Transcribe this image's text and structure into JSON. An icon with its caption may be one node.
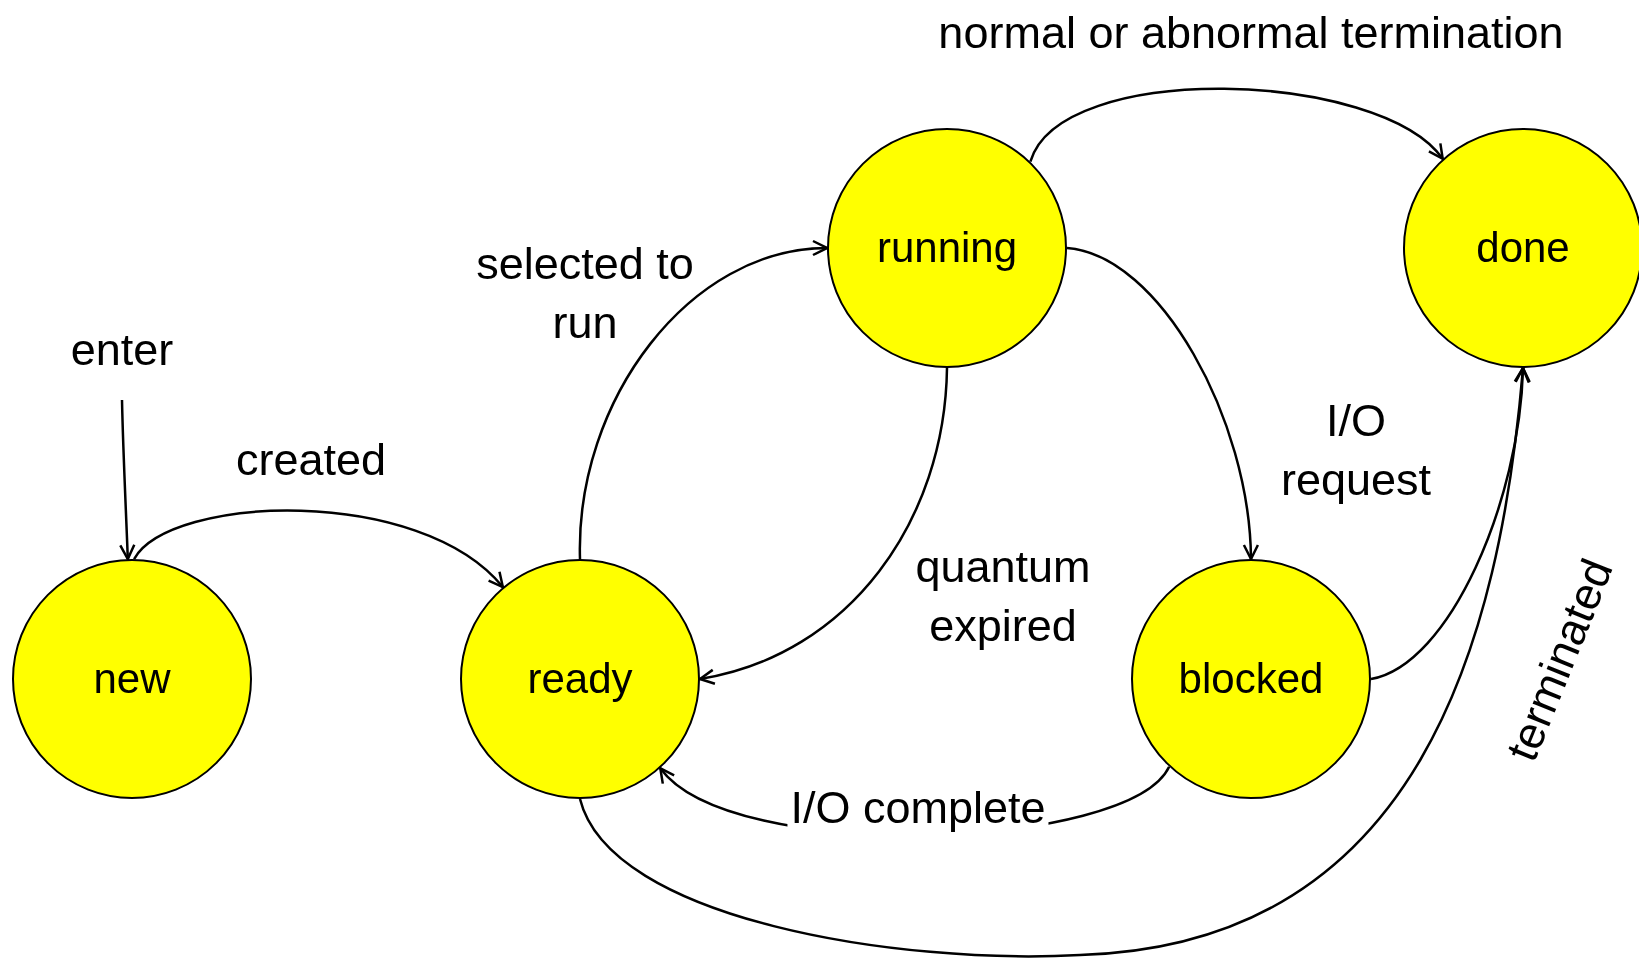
{
  "diagram": {
    "nodes": [
      {
        "text": [
          "new"
        ]
      },
      {
        "text": [
          "ready"
        ]
      },
      {
        "text": [
          "running"
        ]
      },
      {
        "text": [
          "done"
        ]
      },
      {
        "text": [
          "blocked"
        ]
      }
    ],
    "edges": [
      {
        "from": null,
        "to": 0,
        "arrow": "to",
        "label": "enter"
      },
      {
        "from": 0,
        "to": 1,
        "arrow": "to",
        "label": "created"
      },
      {
        "from": 1,
        "to": 2,
        "arrow": "to",
        "label": "selected to run"
      },
      {
        "from": 2,
        "to": 1,
        "arrow": "to",
        "label": "quantum expired"
      },
      {
        "from": 2,
        "to": 4,
        "arrow": "to",
        "label": "I/O request"
      },
      {
        "from": 4,
        "to": 1,
        "arrow": "to",
        "label": "I/O complete"
      },
      {
        "from": 2,
        "to": 3,
        "arrow": "to",
        "label": "normal or abnormal termination"
      },
      {
        "from": 4,
        "to": 3,
        "arrow": "to"
      },
      {
        "from": 1,
        "to": 3,
        "arrow": "to",
        "label": "terminated"
      }
    ]
  }
}
